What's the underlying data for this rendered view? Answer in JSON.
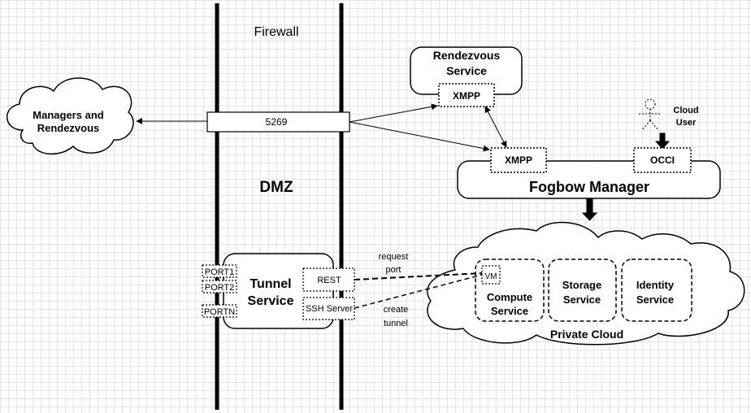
{
  "firewall_label": "Firewall",
  "dmz_label": "DMZ",
  "port_5269": "5269",
  "managers_cloud": {
    "line1": "Managers and",
    "line2": "Rendezvous"
  },
  "rendezvous_service": {
    "line1": "Rendezvous",
    "line2": "Service",
    "xmpp": "XMPP"
  },
  "fogbow_manager": {
    "title": "Fogbow Manager",
    "xmpp": "XMPP",
    "occi": "OCCI"
  },
  "cloud_user": {
    "line1": "Cloud",
    "line2": "User"
  },
  "tunnel_service": {
    "line1": "Tunnel",
    "line2": "Service",
    "ports": [
      "PORT1",
      "PORT2",
      "PORTN"
    ],
    "rest": "REST",
    "ssh": "SSH Server"
  },
  "request_port": {
    "line1": "request",
    "line2": "port"
  },
  "create_tunnel": {
    "line1": "create",
    "line2": "tunnel"
  },
  "private_cloud": {
    "label": "Private Cloud",
    "vm": "VM",
    "compute": {
      "line1": "Compute",
      "line2": "Service"
    },
    "storage": {
      "line1": "Storage",
      "line2": "Service"
    },
    "identity": {
      "line1": "Identity",
      "line2": "Service"
    }
  }
}
